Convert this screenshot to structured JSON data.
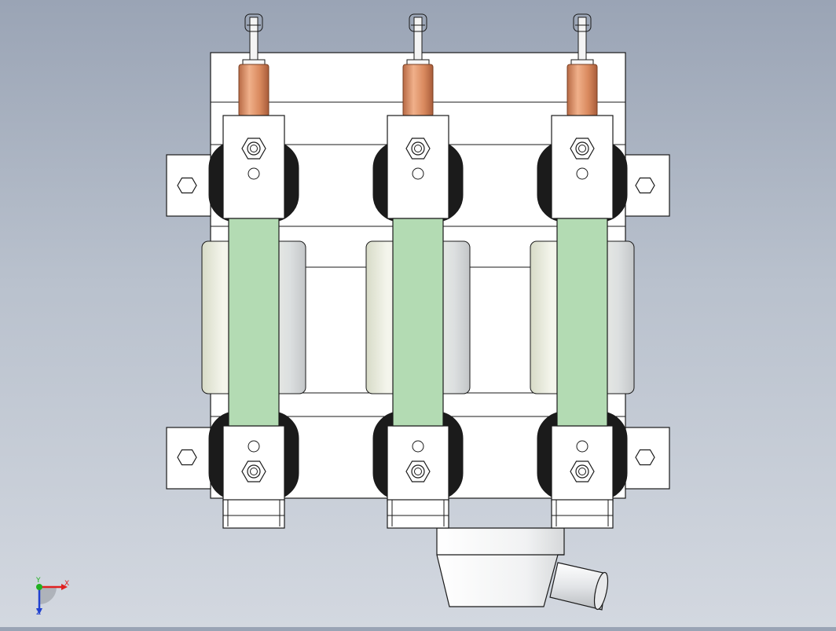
{
  "viewport": {
    "background_top": "#9aa4b5",
    "background_bottom": "#d3d8e0"
  },
  "model": {
    "phases": 3,
    "colors": {
      "outline": "#1a1a1a",
      "body": "#ffffff",
      "insulator_strip": "#b3dbb3",
      "copper_rod": "#d98f63",
      "rubber_pad": "#1b1b1b",
      "ceramic": "#e9ecdf"
    }
  },
  "triad": {
    "x_label": "X",
    "y_label": "Y",
    "z_label": "Z",
    "x_color": "#e02020",
    "y_color": "#20b020",
    "z_color": "#2040d0"
  }
}
